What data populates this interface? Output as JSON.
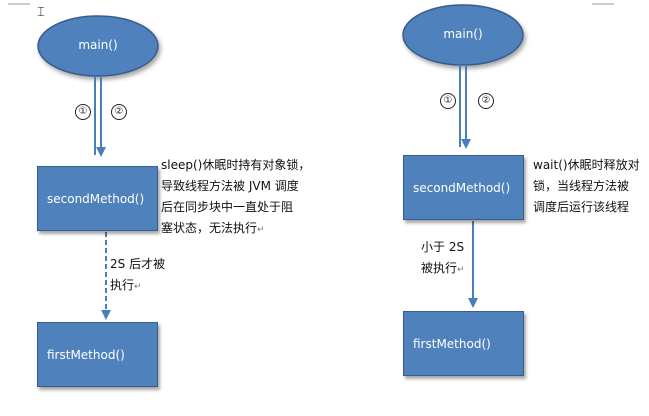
{
  "left": {
    "main_label": "main()",
    "step1": "①",
    "step2": "②",
    "second_label": "secondMethod()",
    "first_label": "firstMethod()",
    "note_lines": [
      "sleep()休眠时持有对象锁，",
      "导致线程方法被 JVM 调度",
      "后在同步块中一直处于阻",
      "塞状态，无法执行"
    ],
    "edge_lines": [
      "2S 后才被",
      "执行"
    ]
  },
  "right": {
    "main_label": "main()",
    "step1": "①",
    "step2": "②",
    "second_label": "secondMethod()",
    "first_label": "firstMethod()",
    "note_lines": [
      "wait()休眠时释放对",
      "锁，当线程方法被",
      "调度后运行该线程"
    ],
    "edge_lines": [
      "小于 2S",
      "被执行"
    ]
  },
  "colors": {
    "node_fill": "#4f81bd",
    "node_border": "#385d8a",
    "arrow": "#4a7ebb"
  }
}
